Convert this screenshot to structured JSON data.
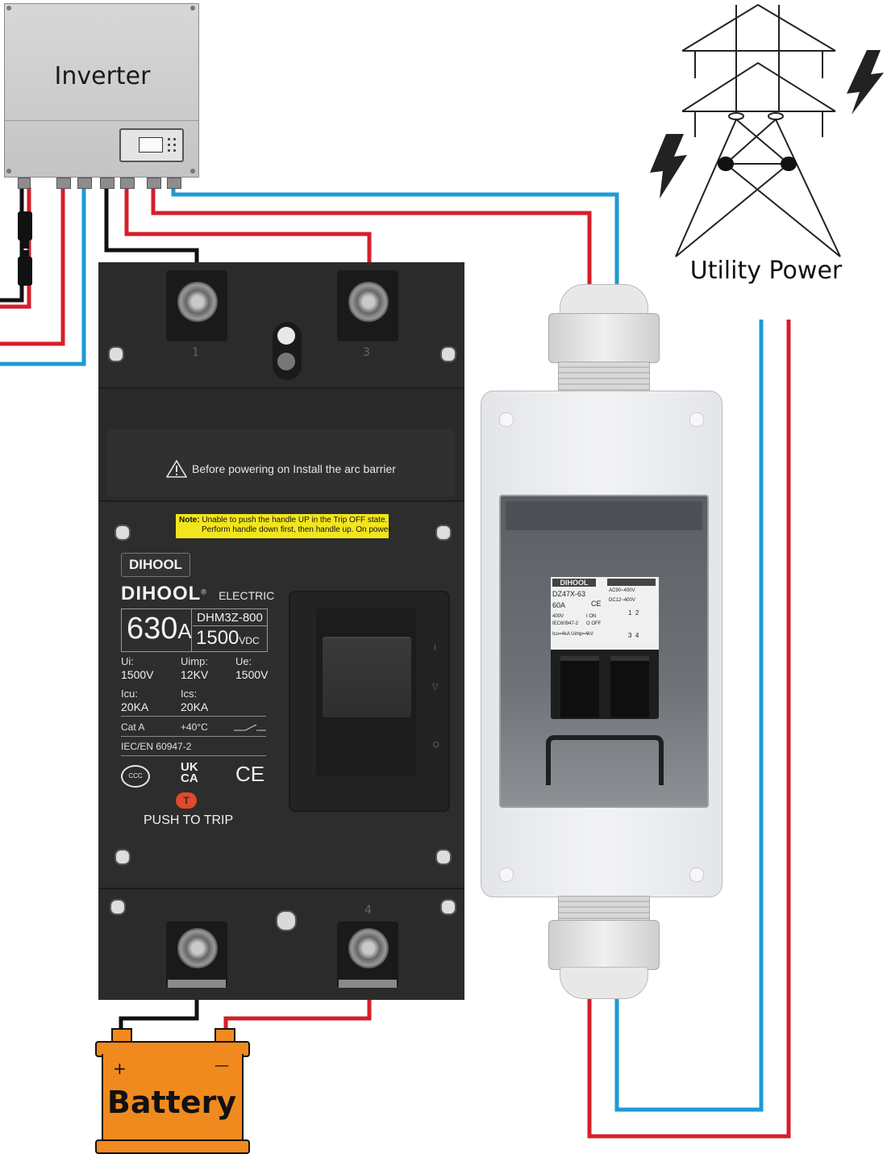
{
  "inverter": {
    "title": "Inverter"
  },
  "utility": {
    "label": "Utility Power"
  },
  "breaker": {
    "terminal_top_left": "1",
    "terminal_top_right": "3",
    "terminal_bottom_right": "4",
    "warning": "Before powering on Install the arc barrier",
    "note_label": "Note:",
    "note_line1": "Unable to push the handle UP in the Trip OFF state.",
    "note_line2": "Perform handle down first, then handle up. On power",
    "brand_badge": "DIHOOL",
    "brand": "DIHOOL",
    "brand_reg": "®",
    "brand_suffix": "ELECTRIC",
    "rating_current": "630",
    "rating_unit": "A",
    "model": "DHM3Z-800",
    "voltage": "1500",
    "voltage_unit": "VDC",
    "specs": {
      "ui_label": "Ui:",
      "ui_value": "1500V",
      "uimp_label": "Uimp:",
      "uimp_value": "12KV",
      "ue_label": "Ue:",
      "ue_value": "1500V",
      "icu_label": "Icu:",
      "icu_value": "20KA",
      "ics_label": "Ics:",
      "ics_value": "20KA",
      "cat": "Cat A",
      "temp": "+40°C",
      "standard": "IEC/EN 60947-2"
    },
    "marks": {
      "ccc": "CCC",
      "ukca_1": "UK",
      "ukca_2": "CA",
      "ce": "CE"
    },
    "trip_button": "T",
    "push_to_trip": "PUSH TO TRIP",
    "handle_marks": {
      "on": "I",
      "trip": "▽",
      "off": "O"
    }
  },
  "enclosure": {
    "brand": "DIHOOL",
    "model": "DZ47X-63",
    "current": "60A",
    "ac_rating": "AC90~400V",
    "dc_rating": "DC12~400V",
    "line1": "400V",
    "line2": "IEC60947-2",
    "line3": "Icu=4kA   Uimp=4kV",
    "on_label": "I ON",
    "off_label": "O OFF",
    "ce": "CE",
    "pins_top": "1  2",
    "pins_bottom": "3  4"
  },
  "battery": {
    "label": "Battery",
    "plus": "+",
    "minus": "—"
  },
  "colors": {
    "red_wire": "#d41f2b",
    "blue_wire": "#1e9ad6",
    "black_wire": "#111111",
    "battery": "#f08a1e",
    "breaker_body": "#2a2a2a",
    "note_bg": "#f2e51d"
  },
  "icons": [
    "lightning-bolt-icon",
    "transmission-tower-icon",
    "warning-icon",
    "mc4-connector-icon"
  ]
}
